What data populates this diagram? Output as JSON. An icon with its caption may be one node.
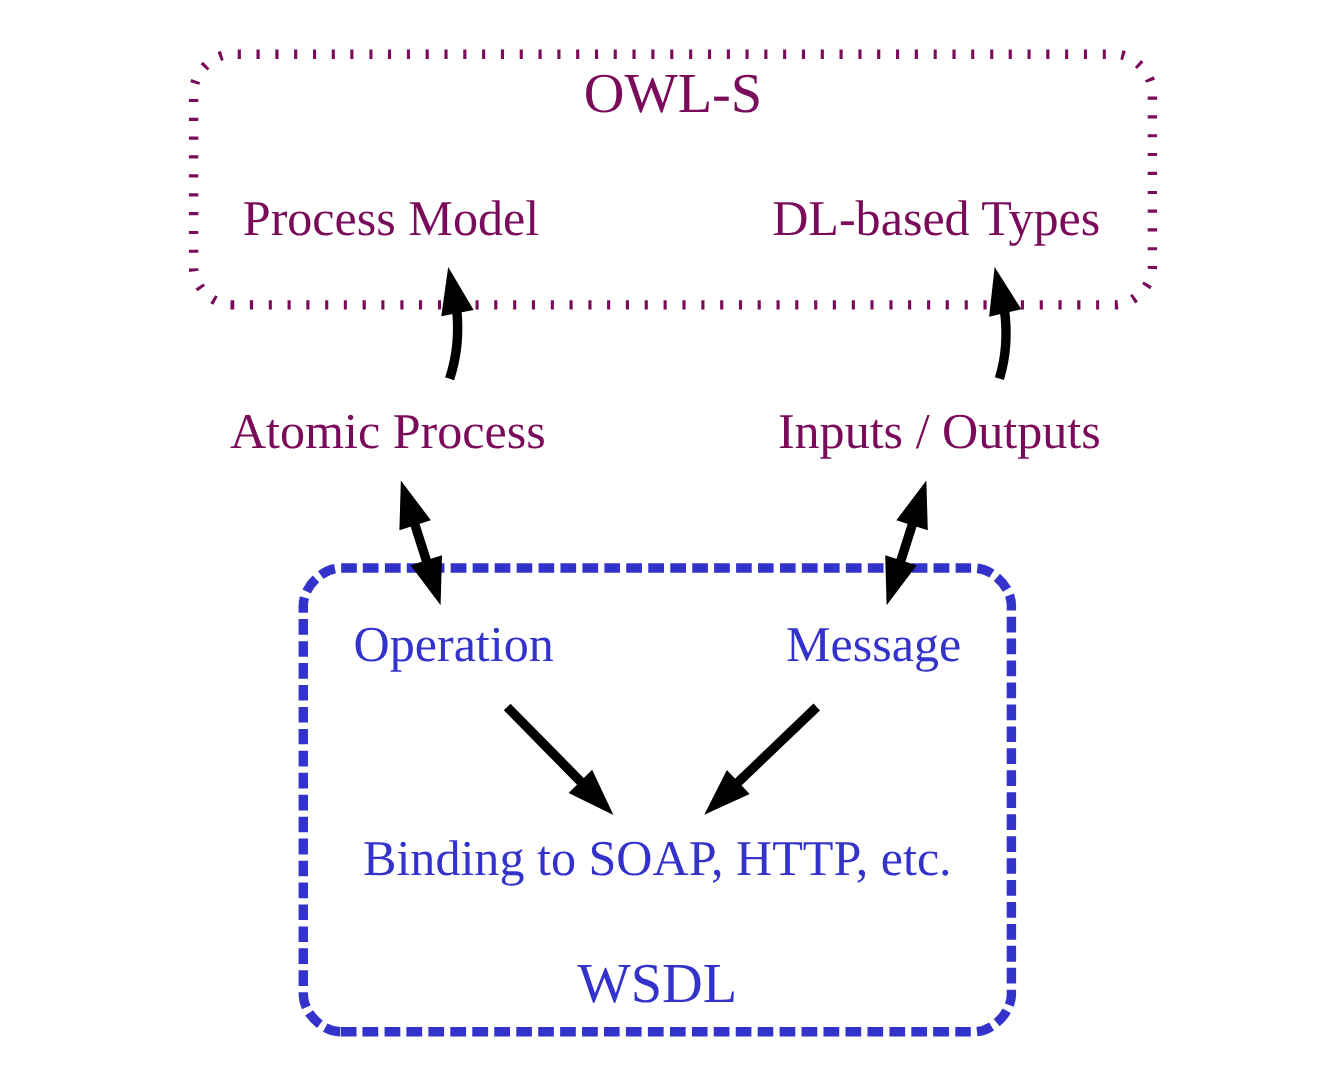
{
  "diagram": {
    "nodes": [
      {
        "text": [
          "OWL-S"
        ]
      },
      {
        "text": [
          "Process Model"
        ],
        "in": 0
      },
      {
        "text": [
          "DL-based Types"
        ],
        "in": 0
      },
      {
        "text": [
          "WSDL"
        ]
      },
      {
        "text": [
          "Atomic Process"
        ]
      },
      {
        "text": [
          "Inputs / Outputs"
        ]
      },
      {
        "text": [
          "Operation"
        ],
        "in": 3
      },
      {
        "text": [
          "Message"
        ],
        "in": 3
      },
      {
        "text": [
          "Binding to SOAP, HTTP, etc."
        ],
        "in": 3
      }
    ],
    "edges": [
      {
        "from": 4,
        "to": 1,
        "arrow": "to"
      },
      {
        "from": 5,
        "to": 2,
        "arrow": "to"
      },
      {
        "from": 4,
        "to": 6,
        "arrow": "both"
      },
      {
        "from": 5,
        "to": 7,
        "arrow": "both"
      },
      {
        "from": 6,
        "to": 8,
        "arrow": "to"
      },
      {
        "from": 7,
        "to": 8,
        "arrow": "to"
      }
    ]
  }
}
